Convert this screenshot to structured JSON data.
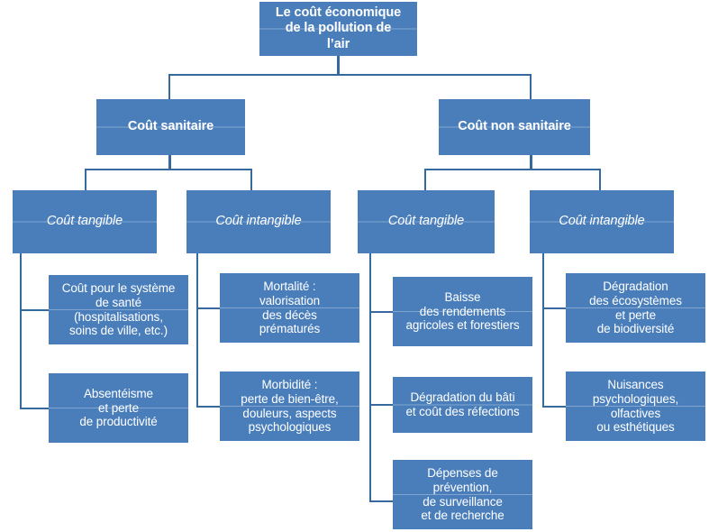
{
  "diagram": {
    "title": "Le coût économique de la pollution de l'air",
    "accent_color": "#4a7ebb",
    "connector_color": "#36699e",
    "text_color": "#ffffff",
    "root": {
      "label": "Le coût économique\nde la pollution de\nl’air"
    },
    "branches": [
      {
        "label": "Coût sanitaire",
        "categories": [
          {
            "label": "Coût tangible",
            "items": [
              "Coût pour le système\nde santé\n(hospitalisations,\nsoins de ville, etc.)",
              "Absentéisme\net perte\nde productivité"
            ]
          },
          {
            "label": "Coût intangible",
            "items": [
              "Mortalité :\nvalorisation\ndes décès\nprématurés",
              "Morbidité :\nperte de bien-être,\ndouleurs, aspects\npsychologiques"
            ]
          }
        ]
      },
      {
        "label": "Coût non sanitaire",
        "categories": [
          {
            "label": "Coût tangible",
            "items": [
              "Baisse\ndes rendements\nagricoles et forestiers",
              "Dégradation du bâti\net coût des réfections",
              "Dépenses de\nprévention,\nde surveillance\net de recherche"
            ]
          },
          {
            "label": "Coût intangible",
            "items": [
              "Dégradation\ndes écosystèmes\net perte\nde biodiversité",
              "Nuisances\npsychologiques,\nolfactives\nou esthétiques"
            ]
          }
        ]
      }
    ]
  }
}
